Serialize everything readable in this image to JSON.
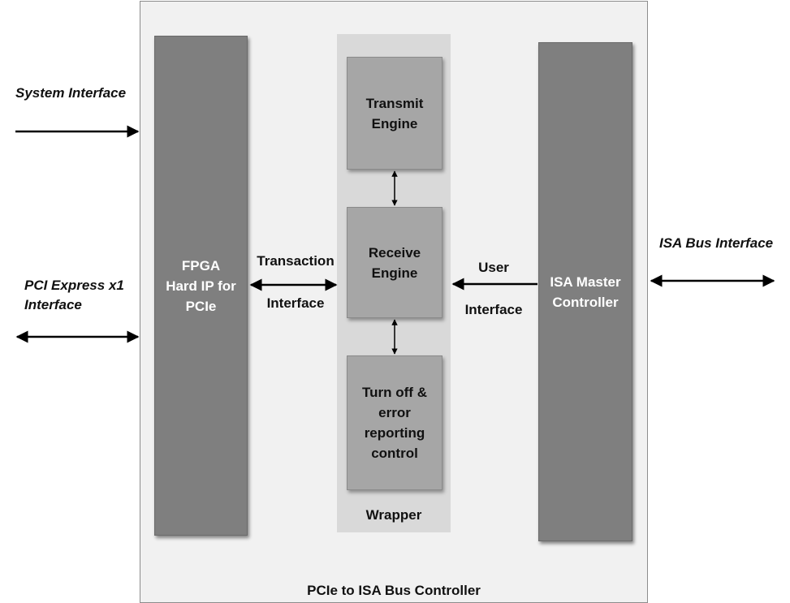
{
  "diagram": {
    "outer_label": "PCIe to ISA Bus Controller",
    "wrapper_label": "Wrapper",
    "fpga": [
      "FPGA",
      "Hard IP for",
      "PCIe"
    ],
    "isa_master": [
      "ISA Master",
      "Controller"
    ],
    "transmit": [
      "Transmit",
      "Engine"
    ],
    "receive": [
      "Receive",
      "Engine"
    ],
    "turnoff": [
      "Turn off &",
      "error",
      "reporting",
      "control"
    ],
    "transaction_iface": [
      "Transaction",
      "Interface"
    ],
    "user_iface": [
      "User",
      "Interface"
    ],
    "system_iface": "System Interface",
    "pci_express": [
      "PCI Express x1",
      "Interface"
    ],
    "isa_bus_iface": "ISA Bus Interface"
  },
  "colors": {
    "dark_block": "#7f7f7f",
    "engine_block": "#a6a6a6",
    "wrapper_bg": "#d9d9d9",
    "outer_bg": "#f1f1f1"
  }
}
